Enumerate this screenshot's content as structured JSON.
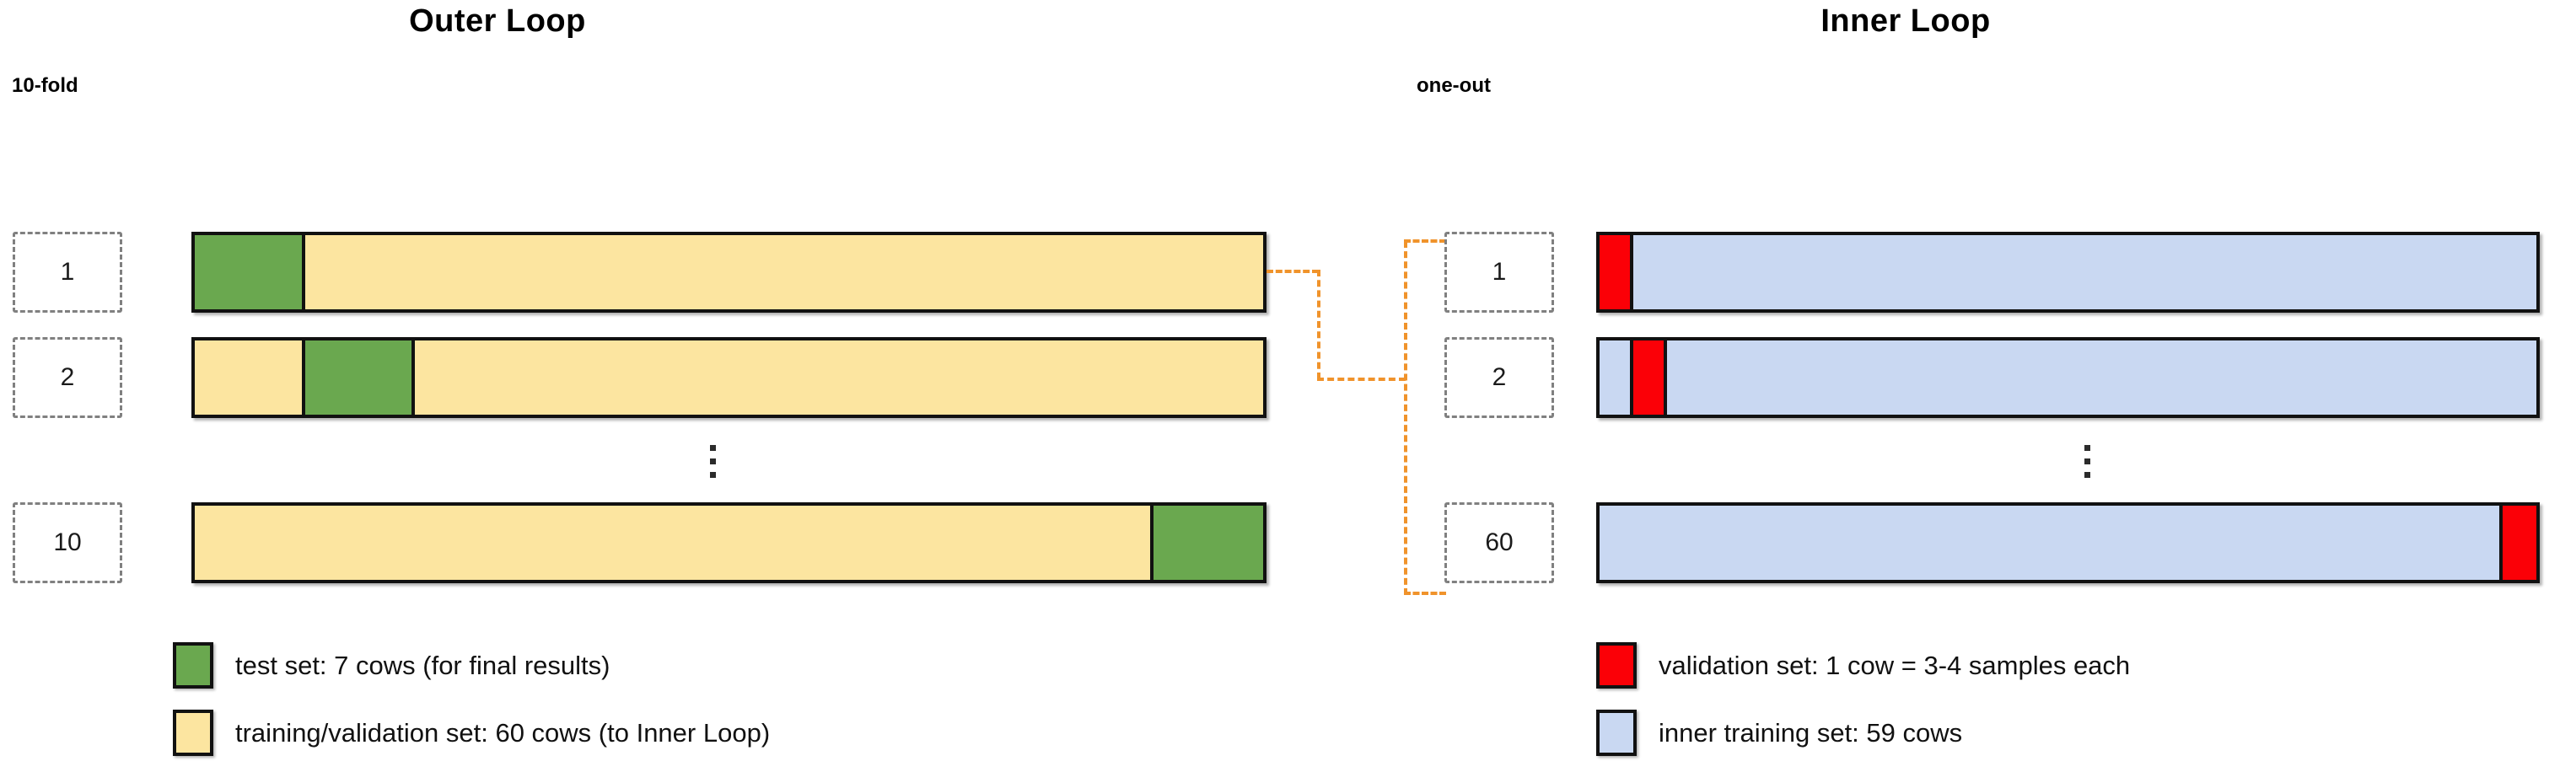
{
  "figure": {
    "type": "diagram",
    "description": "Nested cross-validation schematic: 10-fold outer loop and leave-one-out inner loop"
  },
  "outer": {
    "title": "Outer Loop",
    "scheme_label": "10-fold",
    "ellipsis": "⋮",
    "folds": [
      {
        "label": "1",
        "test_offset_pct": 0,
        "test_width_pct": 10.3
      },
      {
        "label": "2",
        "test_offset_pct": 10.3,
        "test_width_pct": 10.3
      },
      {
        "label": "10",
        "test_offset_pct": 89.7,
        "test_width_pct": 10.3
      }
    ],
    "colors": {
      "test": "#6aa84f",
      "train": "#fce5a0",
      "outline": "#111111"
    },
    "legend": [
      {
        "swatch": "#6aa84f",
        "text": "test set: 7 cows (for final results)"
      },
      {
        "swatch": "#fce5a0",
        "text": "training/validation set: 60 cows (to Inner Loop)"
      }
    ]
  },
  "inner": {
    "title": "Inner Loop",
    "scheme_label": "one-out",
    "ellipsis": "⋮",
    "folds": [
      {
        "label": "1",
        "val_offset_pct": 0,
        "val_width_pct": 3.4
      },
      {
        "label": "2",
        "val_offset_pct": 3.4,
        "val_width_pct": 3.4
      },
      {
        "label": "60",
        "val_offset_pct": 96.6,
        "val_width_pct": 3.4
      }
    ],
    "colors": {
      "validation": "#fb0007",
      "train": "#c9d8f2",
      "outline": "#111111"
    },
    "legend": [
      {
        "swatch": "#fb0007",
        "text": "validation set: 1 cow = 3-4 samples each"
      },
      {
        "swatch": "#c9d8f2",
        "text": "inner training set: 59 cows"
      }
    ]
  },
  "connector": {
    "color": "#f0932b",
    "style": "dashed"
  }
}
